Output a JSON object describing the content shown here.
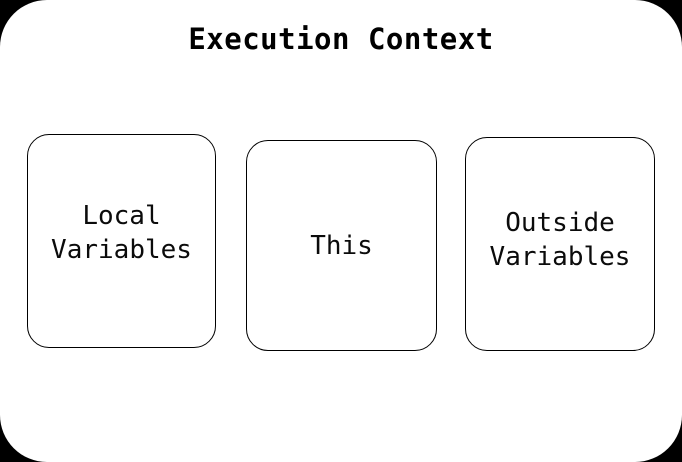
{
  "diagram": {
    "type": "nested-boxes",
    "title": "Execution Context",
    "background_color": "#000000",
    "panel_color": "#ffffff",
    "border_color": "#000000",
    "text_color": "#000000",
    "boxes": [
      {
        "id": "local-variables",
        "label": "Local\nVariables"
      },
      {
        "id": "this",
        "label": "This"
      },
      {
        "id": "outside-variables",
        "label": "Outside\nVariables"
      }
    ]
  }
}
